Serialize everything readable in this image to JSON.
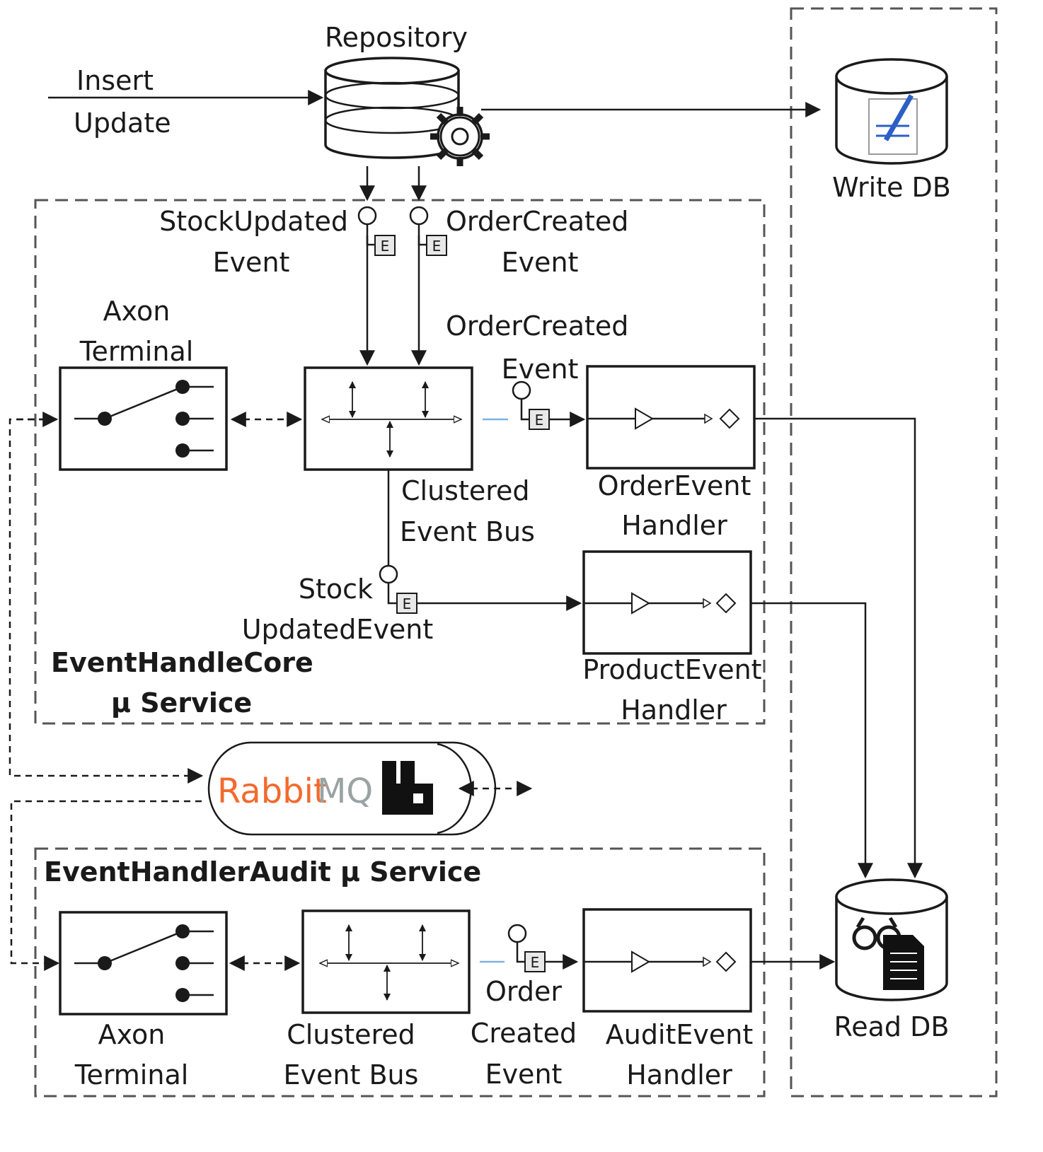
{
  "labels": {
    "repository": "Repository",
    "insert": "Insert",
    "update": "Update",
    "write_db": "Write DB",
    "read_db": "Read DB",
    "stock_updated_event_top_1": "StockUpdated",
    "stock_updated_event_top_2": "Event",
    "order_created_event_top_1": "OrderCreated",
    "order_created_event_top_2": "Event",
    "order_created_event_mid_1": "OrderCreated",
    "order_created_event_mid_2": "Event",
    "axon_terminal_top_1": "Axon",
    "axon_terminal_top_2": "Terminal",
    "clustered_bus_top_1": "Clustered",
    "clustered_bus_top_2": "Event Bus",
    "order_handler_1": "OrderEvent",
    "order_handler_2": "Handler",
    "stock_updated_event_low_1": "Stock",
    "stock_updated_event_low_2": "UpdatedEvent",
    "product_handler_1": "ProductEvent",
    "product_handler_2": "Handler",
    "core_service_1": "EventHandleCore",
    "core_service_2": "μ Service",
    "rabbit_part1": "Rabbit",
    "rabbit_part2": "MQ",
    "audit_service": "EventHandlerAudit μ Service",
    "axon_terminal_bottom_1": "Axon",
    "axon_terminal_bottom_2": "Terminal",
    "clustered_bus_bottom_1": "Clustered",
    "clustered_bus_bottom_2": "Event Bus",
    "order_created_event_bottom_1": "Order",
    "order_created_event_bottom_2": "Created",
    "order_created_event_bottom_3": "Event",
    "audit_handler_1": "AuditEvent",
    "audit_handler_2": "Handler",
    "event_badge": "E"
  },
  "colors": {
    "rabbit_orange": "#f26a2e",
    "mq_gray": "#9aa3a3",
    "pen_blue": "#2b5fc6",
    "event_bus_light_line": "#7fb1e0"
  }
}
